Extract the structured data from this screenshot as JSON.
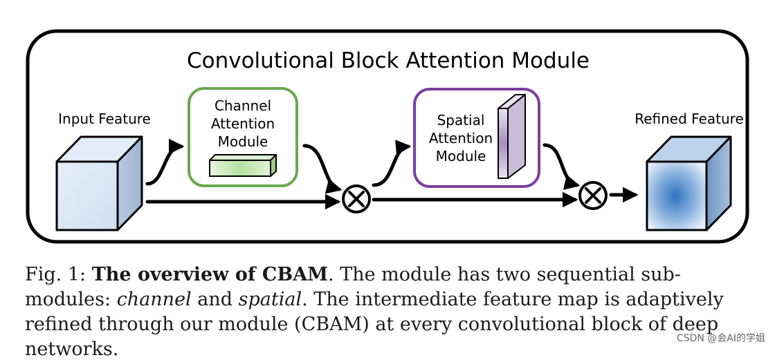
{
  "diagram": {
    "title": "Convolutional Block Attention Module",
    "input_label": "Input Feature",
    "channel_module": {
      "line1": "Channel",
      "line2": "Attention",
      "line3": "Module"
    },
    "spatial_module": {
      "line1": "Spatial",
      "line2": "Attention",
      "line3": "Module"
    },
    "output_label": "Refined Feature",
    "colors": {
      "channel_border": "#6aa84f",
      "spatial_border": "#7b3fa0",
      "cube_face": "#dbe7f5",
      "refined_center": "#2f74c0"
    }
  },
  "caption": {
    "fig_label": "Fig. 1: ",
    "bold_title": "The overview of CBAM",
    "text1": ". The module has two sequential sub-modules: ",
    "italic1": "channel",
    "text2": " and ",
    "italic2": "spatial",
    "text3": ". The intermediate feature map is adaptively refined through our module (CBAM) at every convolutional block of deep networks."
  },
  "watermark": "CSDN @会AI的学姐"
}
